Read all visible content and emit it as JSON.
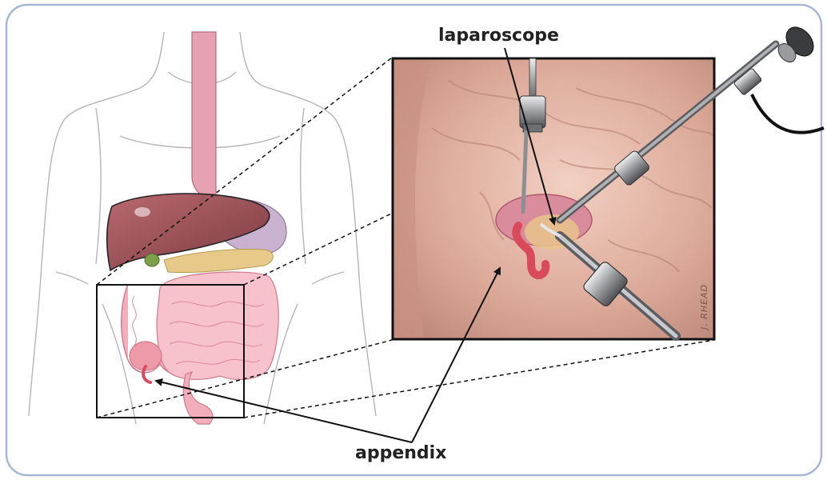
{
  "labels": {
    "laparoscope": "laparoscope",
    "appendix": "appendix"
  },
  "signature": "J. RHEAD",
  "colors": {
    "frame_border": "#a9b7d6",
    "outline": "#b5b5b5",
    "liver": "#9a4e55",
    "stomach": "#c9b2cf",
    "pancreas": "#e7c98a",
    "gallbladder": "#7da04a",
    "intestine": "#f2aebb",
    "esophagus": "#e6a1b2",
    "inset_bg": "#d9a592",
    "appendix_red": "#d84a5c",
    "instrument": "#8e8f93"
  }
}
